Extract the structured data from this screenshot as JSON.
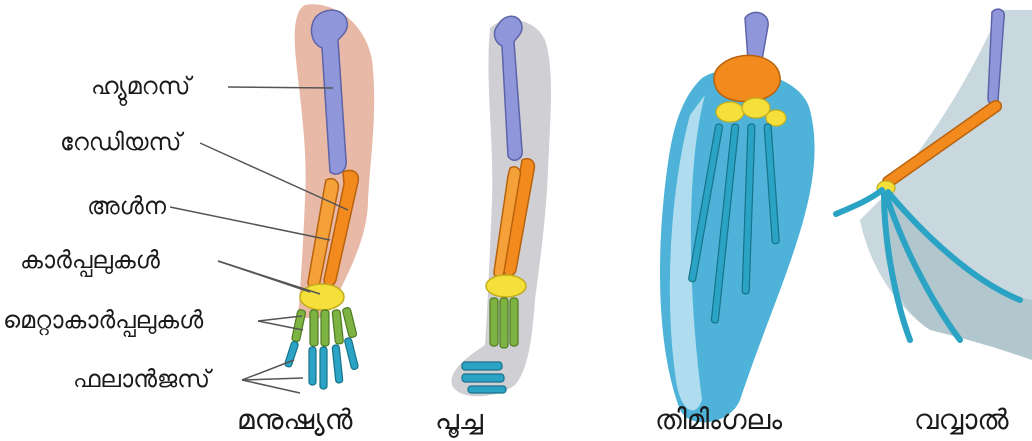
{
  "bone_labels": {
    "humerus": "ഹ്യുമറസ്",
    "radius": "റേഡിയസ്",
    "ulna": "അൾന",
    "carpals": "കാർപ്പലുകൾ",
    "metacarpals": "മെറ്റാകാർപ്പലുകൾ",
    "phalanges": "ഫലാൻജസ്"
  },
  "captions": {
    "human": "മനുഷ്യൻ",
    "cat": "പൂച്ച",
    "whale": "തിമിംഗലം",
    "bat": "വവ്വാൽ"
  },
  "colors": {
    "humerus": "#8f96d9",
    "radius_ulna": "#f28a1e",
    "carpals": "#f5df3a",
    "metacarpals": "#7cb342",
    "phalanges": "#2aa3c4",
    "human_skin": "#e7b9a6",
    "cat_fur": "#cfcfd4",
    "whale_fin": "#4fb3d9",
    "bat_wing": "#c9d8de",
    "leader_line": "#555555"
  }
}
